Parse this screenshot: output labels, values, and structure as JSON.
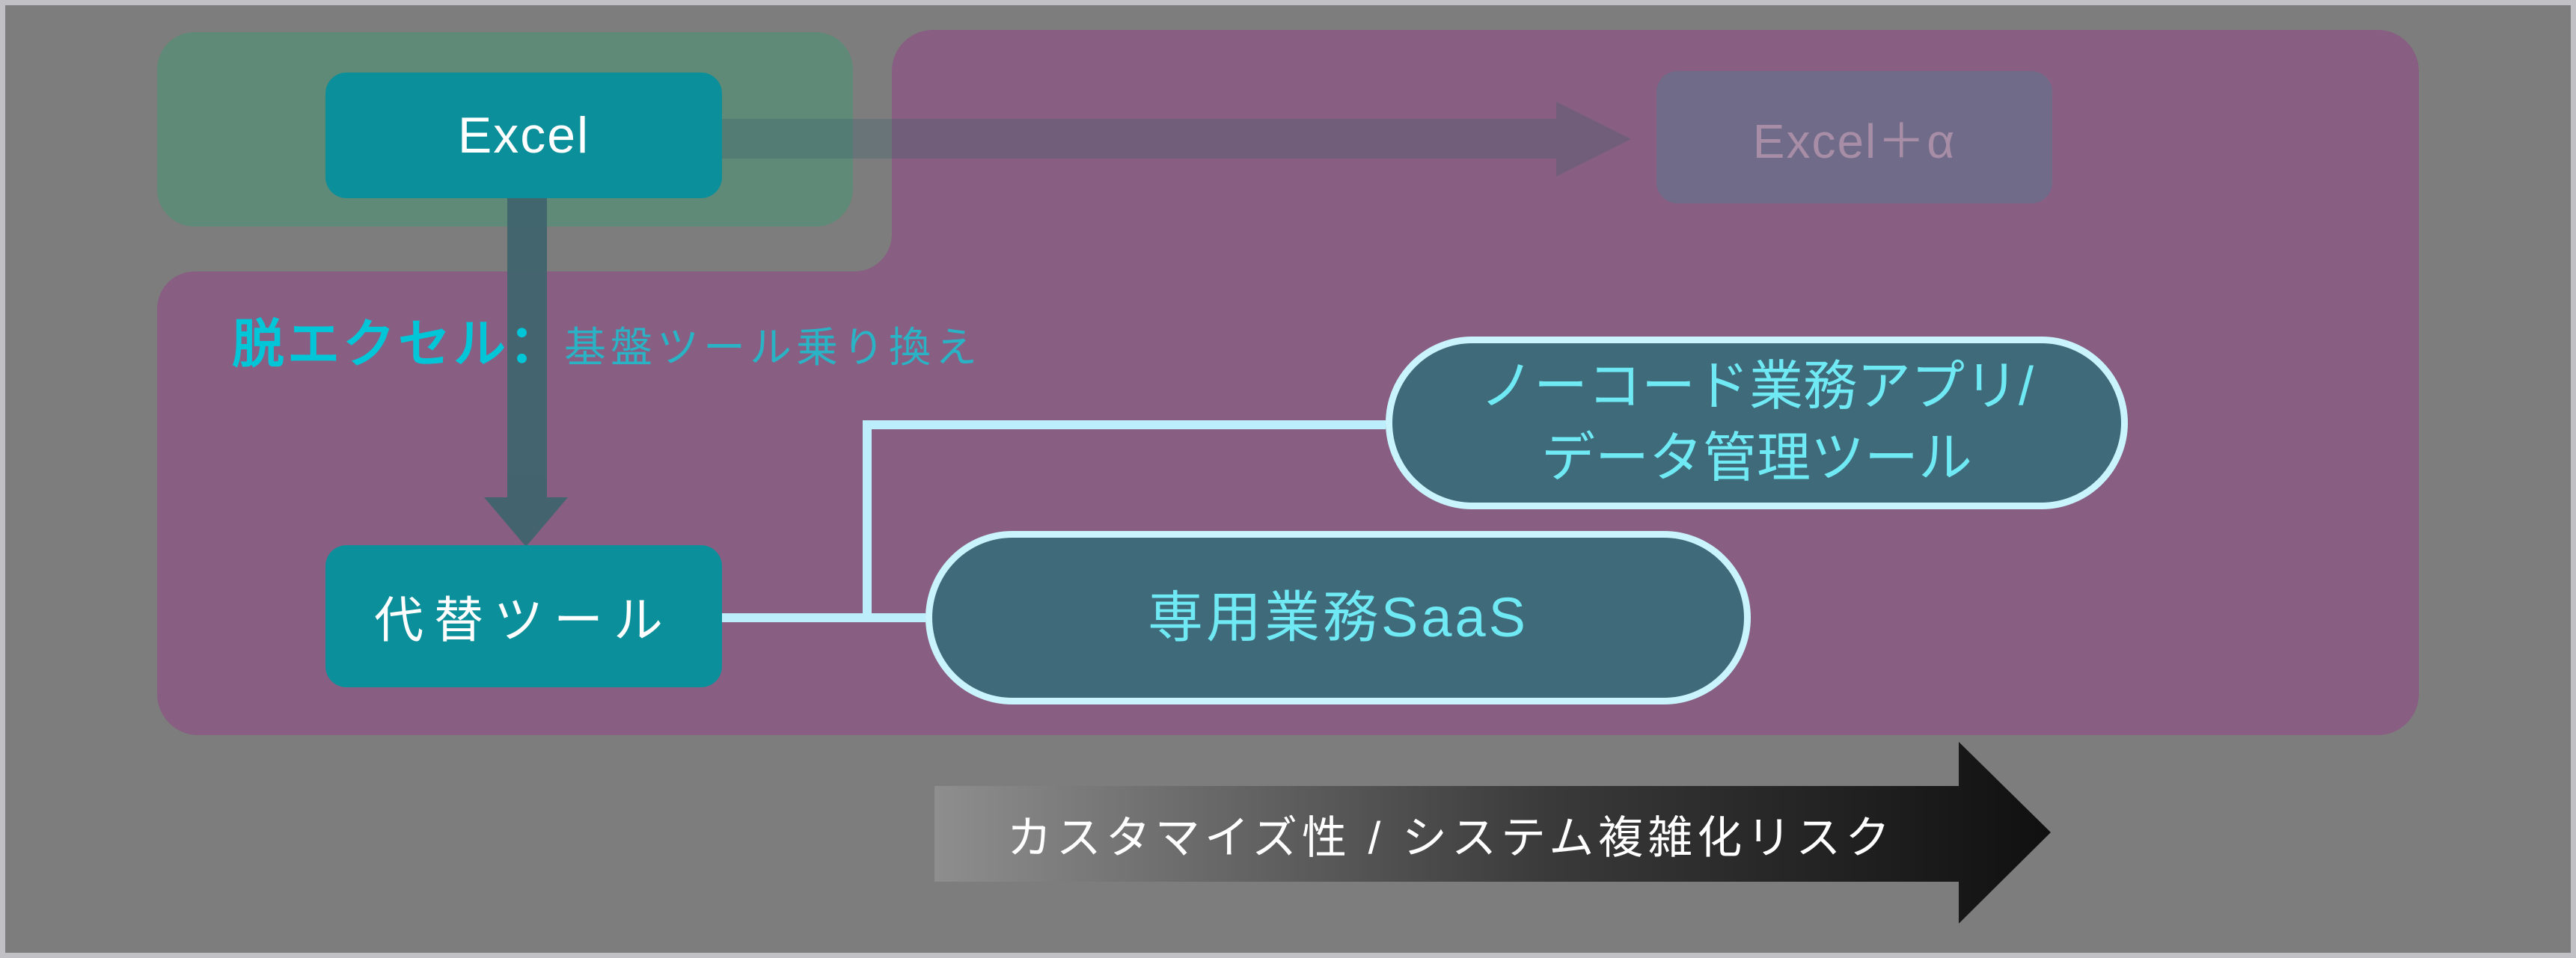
{
  "diagram": {
    "title_concept": "脱エクセル diagram",
    "nodes": {
      "excel": {
        "label": "Excel"
      },
      "excel_plus_alpha": {
        "label": "Excel＋α"
      },
      "alternative_tool": {
        "label": "代替ツール"
      },
      "nocode_pill": {
        "label_line1": "ノーコード業務アプリ/",
        "label_line2": "データ管理ツール"
      },
      "saas_pill": {
        "label": "専用業務SaaS"
      }
    },
    "annotations": {
      "datsu_excel_bold": "脱エクセル：",
      "datsu_excel_detail": "基盤ツール乗り換え"
    },
    "axis_arrow": {
      "label": "カスタマイズ性 / システム複雑化リスク"
    },
    "colors": {
      "canvas_bg": "#7d7d7d",
      "canvas_border": "#c1c1c5",
      "green_zone": "#5e8a77",
      "purple_zone": "#885e82",
      "teal_node": "#0b909b",
      "faded_node": "#6f6b88",
      "faded_node_text": "#a78da6",
      "slate_arrow": "#40646e",
      "cyan_heading": "#00c6d7",
      "cyan_subtext": "#2ab2c5",
      "pill_fill": "#3f6a7a",
      "pill_border": "#c9f4fe",
      "pill_text": "#6fe9f4",
      "connector_line": "#bceefb",
      "axis_arrow_dark": "#101010",
      "axis_arrow_light": "#8e8e8e",
      "axis_text": "#ffffff"
    }
  }
}
